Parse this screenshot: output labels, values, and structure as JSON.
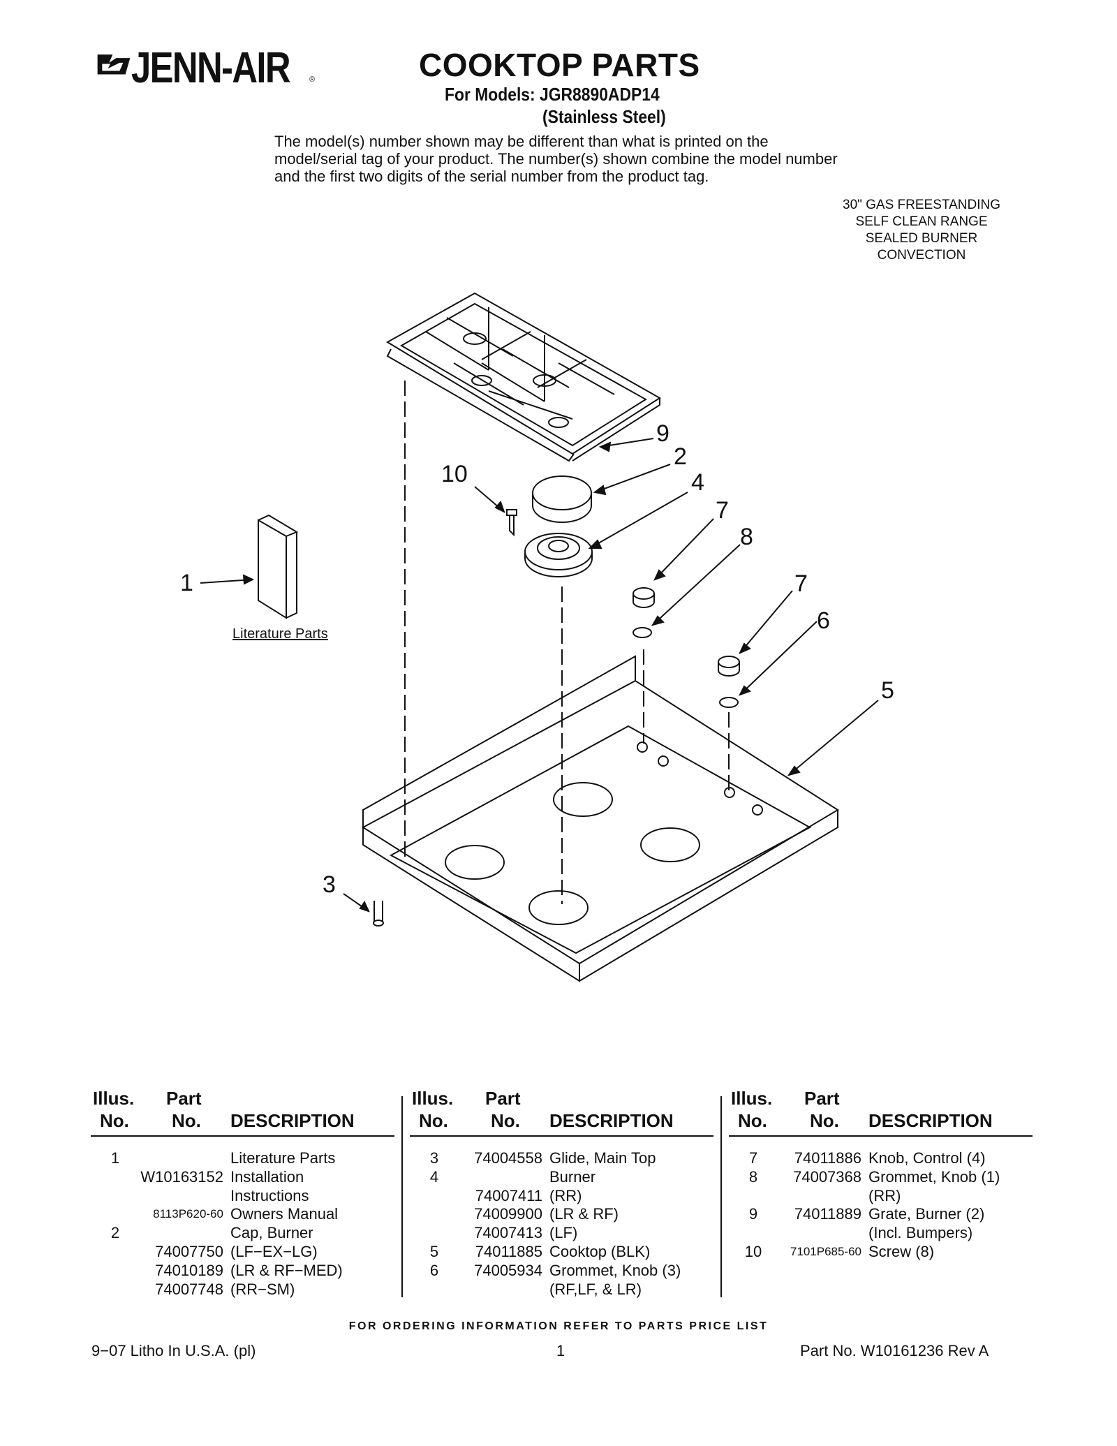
{
  "brand": {
    "name": "JENN-AIR",
    "mark": "®"
  },
  "header": {
    "title": "COOKTOP PARTS",
    "models": "For Models: JGR8890ADP14",
    "finish": "(Stainless Steel)"
  },
  "intro": "The model(s) number shown may be different than what is printed on the model/serial tag of your product. The number(s) shown combine the model number and the first two digits of the serial number from the product tag.",
  "spec": [
    "30\" GAS FREESTANDING",
    "SELF CLEAN RANGE",
    "SEALED BURNER",
    "CONVECTION"
  ],
  "diagram": {
    "literature_label": "Literature Parts",
    "callouts": [
      "1",
      "2",
      "3",
      "4",
      "5",
      "6",
      "7",
      "7",
      "8",
      "9",
      "10"
    ]
  },
  "table_headers": {
    "illus1": "Illus.",
    "illus2": "No.",
    "part1": "Part",
    "part2": "No.",
    "desc": "DESCRIPTION"
  },
  "columns": [
    [
      {
        "illus": "1",
        "part": "",
        "desc": "Literature Parts"
      },
      {
        "illus": "",
        "part": "W10163152",
        "desc": "Installation"
      },
      {
        "illus": "",
        "part": "",
        "desc": "Instructions"
      },
      {
        "illus": "",
        "part": "8113P620-60",
        "desc": "Owners Manual",
        "small": true
      },
      {
        "illus": "2",
        "part": "",
        "desc": "Cap, Burner"
      },
      {
        "illus": "",
        "part": "74007750",
        "desc": "(LF−EX−LG)"
      },
      {
        "illus": "",
        "part": "74010189",
        "desc": "(LR & RF−MED)"
      },
      {
        "illus": "",
        "part": "74007748",
        "desc": "(RR−SM)"
      }
    ],
    [
      {
        "illus": "3",
        "part": "74004558",
        "desc": "Glide, Main Top"
      },
      {
        "illus": "4",
        "part": "",
        "desc": "Burner"
      },
      {
        "illus": "",
        "part": "74007411",
        "desc": "(RR)"
      },
      {
        "illus": "",
        "part": "74009900",
        "desc": "(LR & RF)"
      },
      {
        "illus": "",
        "part": "74007413",
        "desc": "(LF)"
      },
      {
        "illus": "5",
        "part": "74011885",
        "desc": "Cooktop (BLK)"
      },
      {
        "illus": "6",
        "part": "74005934",
        "desc": "Grommet, Knob (3)"
      },
      {
        "illus": "",
        "part": "",
        "desc": "(RF,LF, & LR)"
      }
    ],
    [
      {
        "illus": "7",
        "part": "74011886",
        "desc": "Knob, Control (4)"
      },
      {
        "illus": "8",
        "part": "74007368",
        "desc": "Grommet, Knob (1)"
      },
      {
        "illus": "",
        "part": "",
        "desc": "(RR)"
      },
      {
        "illus": "9",
        "part": "74011889",
        "desc": "Grate, Burner (2)"
      },
      {
        "illus": "",
        "part": "",
        "desc": "(Incl. Bumpers)"
      },
      {
        "illus": "10",
        "part": "7101P685-60",
        "desc": "Screw (8)",
        "small": true
      }
    ]
  ],
  "footer": {
    "notice": "FOR ORDERING INFORMATION REFER TO PARTS PRICE LIST",
    "litho": "9−07 Litho In U.S.A. (pl)",
    "page": "1",
    "part_no": "Part No. W10161236 Rev A"
  }
}
